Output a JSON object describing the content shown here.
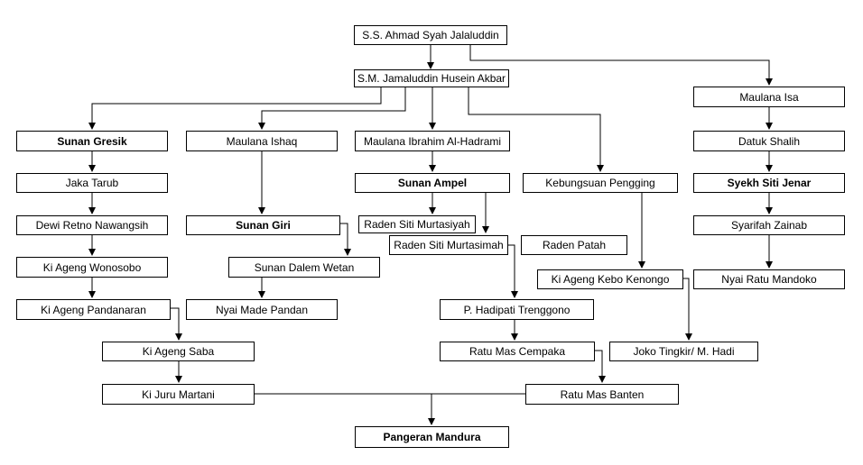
{
  "nodes": [
    {
      "id": "ahmad_syah",
      "label": "S.S. Ahmad Syah Jalaluddin",
      "bold": false
    },
    {
      "id": "jamaluddin",
      "label": "S.M. Jamaluddin Husein Akbar",
      "bold": false
    },
    {
      "id": "maulana_isa",
      "label": "Maulana Isa",
      "bold": false
    },
    {
      "id": "sunan_gresik",
      "label": "Sunan Gresik",
      "bold": true
    },
    {
      "id": "maulana_ishaq",
      "label": "Maulana Ishaq",
      "bold": false
    },
    {
      "id": "ibrahim",
      "label": "Maulana Ibrahim Al-Hadrami",
      "bold": false
    },
    {
      "id": "datuk_shalih",
      "label": "Datuk Shalih",
      "bold": false
    },
    {
      "id": "jaka_tarub",
      "label": "Jaka Tarub",
      "bold": false
    },
    {
      "id": "sunan_ampel",
      "label": "Sunan Ampel",
      "bold": true
    },
    {
      "id": "kebungsuan",
      "label": "Kebungsuan Pengging",
      "bold": false
    },
    {
      "id": "siti_jenar",
      "label": "Syekh Siti Jenar",
      "bold": true
    },
    {
      "id": "dewi_retno",
      "label": "Dewi Retno Nawangsih",
      "bold": false
    },
    {
      "id": "sunan_giri",
      "label": "Sunan Giri",
      "bold": true
    },
    {
      "id": "murtasiyah",
      "label": "Raden Siti Murtasiyah",
      "bold": false
    },
    {
      "id": "syarifah",
      "label": "Syarifah Zainab",
      "bold": false
    },
    {
      "id": "murtasimah",
      "label": "Raden Siti Murtasimah",
      "bold": false
    },
    {
      "id": "raden_patah",
      "label": "Raden Patah",
      "bold": false
    },
    {
      "id": "wonosobo",
      "label": "Ki Ageng Wonosobo",
      "bold": false
    },
    {
      "id": "dalem_wetan",
      "label": "Sunan Dalem Wetan",
      "bold": false
    },
    {
      "id": "kebo_kenongo",
      "label": "Ki Ageng Kebo Kenongo",
      "bold": false
    },
    {
      "id": "ratu_mandoko",
      "label": "Nyai Ratu Mandoko",
      "bold": false
    },
    {
      "id": "pandanaran",
      "label": "Ki Ageng Pandanaran",
      "bold": false
    },
    {
      "id": "made_pandan",
      "label": "Nyai Made Pandan",
      "bold": false
    },
    {
      "id": "trenggono",
      "label": "P. Hadipati Trenggono",
      "bold": false
    },
    {
      "id": "ageng_saba",
      "label": "Ki Ageng Saba",
      "bold": false
    },
    {
      "id": "mas_cempaka",
      "label": "Ratu Mas Cempaka",
      "bold": false
    },
    {
      "id": "joko_tingkir",
      "label": "Joko Tingkir/ M. Hadi",
      "bold": false
    },
    {
      "id": "juru_martani",
      "label": "Ki Juru Martani",
      "bold": false
    },
    {
      "id": "mas_banten",
      "label": "Ratu Mas Banten",
      "bold": false
    },
    {
      "id": "mandura",
      "label": "Pangeran Mandura",
      "bold": true
    }
  ]
}
